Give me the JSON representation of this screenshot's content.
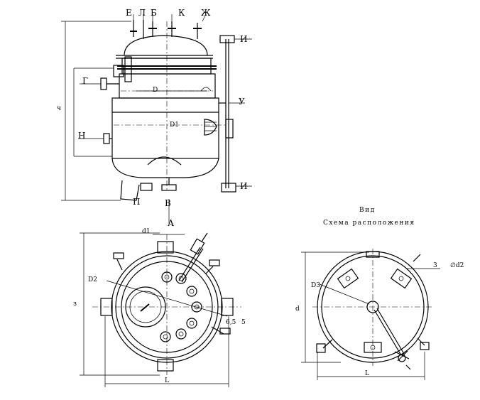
{
  "drawing": {
    "top_labels": [
      "Е",
      "Л",
      "Б",
      "К",
      "Ж"
    ],
    "side_labels": {
      "g": "Г",
      "n": "Н",
      "u": "У",
      "i_top": "И",
      "i_bottom": "И",
      "p": "П",
      "v": "В",
      "a": "А"
    },
    "dims": {
      "height": "ч",
      "D": "D",
      "D1": "D1",
      "d1": "d1",
      "D2": "D2",
      "D3": "D3",
      "angle": "6,5",
      "five": "5",
      "L_left": "L",
      "L_right": "L",
      "s_left": "з",
      "d_right": "d"
    },
    "view_title": "Вид",
    "scheme_title": "Схема расположения",
    "hole_note_count": "3",
    "hole_note_dia": "∅d2"
  }
}
